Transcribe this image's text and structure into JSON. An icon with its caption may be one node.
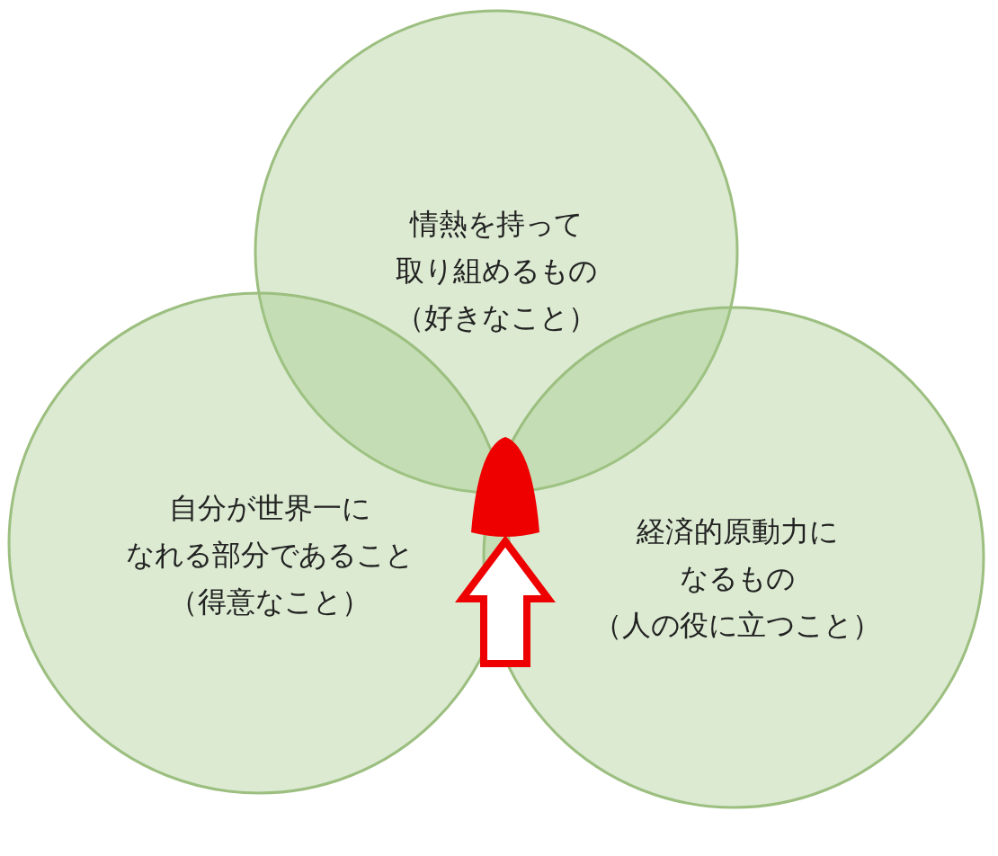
{
  "diagram": {
    "nodes": [
      {
        "text": [
          "情熱を持って取り組めるもの",
          "（好きなこと）"
        ]
      },
      {
        "text": [
          "自分が世界一になれる部分であること",
          "（得意なこと）"
        ]
      },
      {
        "text": [
          "経済的原動力になるもの",
          "（人の役に立つこと）"
        ]
      },
      {
        "text": [],
        "shape": "dome"
      }
    ],
    "edges": [
      {
        "from": null,
        "to": 3,
        "arrow": "to"
      }
    ]
  }
}
